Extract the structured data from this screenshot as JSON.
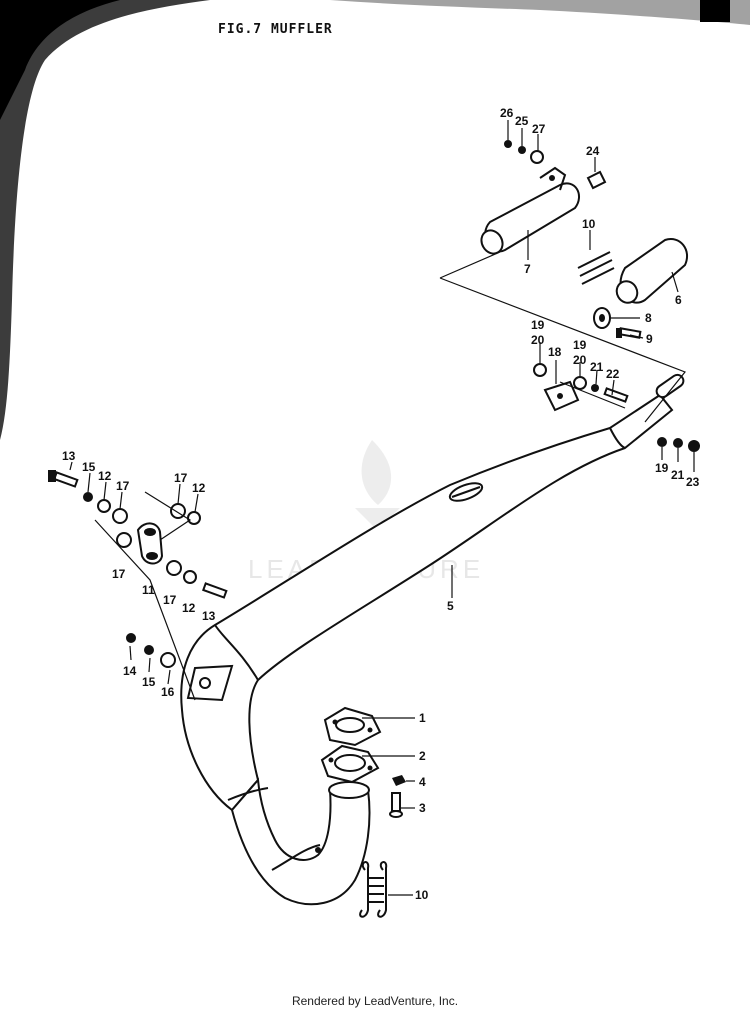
{
  "figure": {
    "title": "FIG.7  MUFFLER"
  },
  "watermark": "LEADVENTURE",
  "footer": "Rendered by LeadVenture, Inc.",
  "callouts": {
    "c1": "1",
    "c2": "2",
    "c3": "3",
    "c4": "4",
    "c5": "5",
    "c6": "6",
    "c7": "7",
    "c8": "8",
    "c9": "9",
    "c10a": "10",
    "c10b": "10",
    "c11": "11",
    "c12a": "12",
    "c12b": "12",
    "c12c": "12",
    "c13a": "13",
    "c13b": "13",
    "c14": "14",
    "c15a": "15",
    "c15b": "15",
    "c16": "16",
    "c17a": "17",
    "c17b": "17",
    "c17c": "17",
    "c17d": "17",
    "c18": "18",
    "c19a": "19",
    "c19b": "19",
    "c19c": "19",
    "c20a": "20",
    "c20b": "20",
    "c21a": "21",
    "c21b": "21",
    "c22": "22",
    "c23": "23",
    "c24": "24",
    "c25": "25",
    "c26": "26",
    "c27": "27"
  }
}
